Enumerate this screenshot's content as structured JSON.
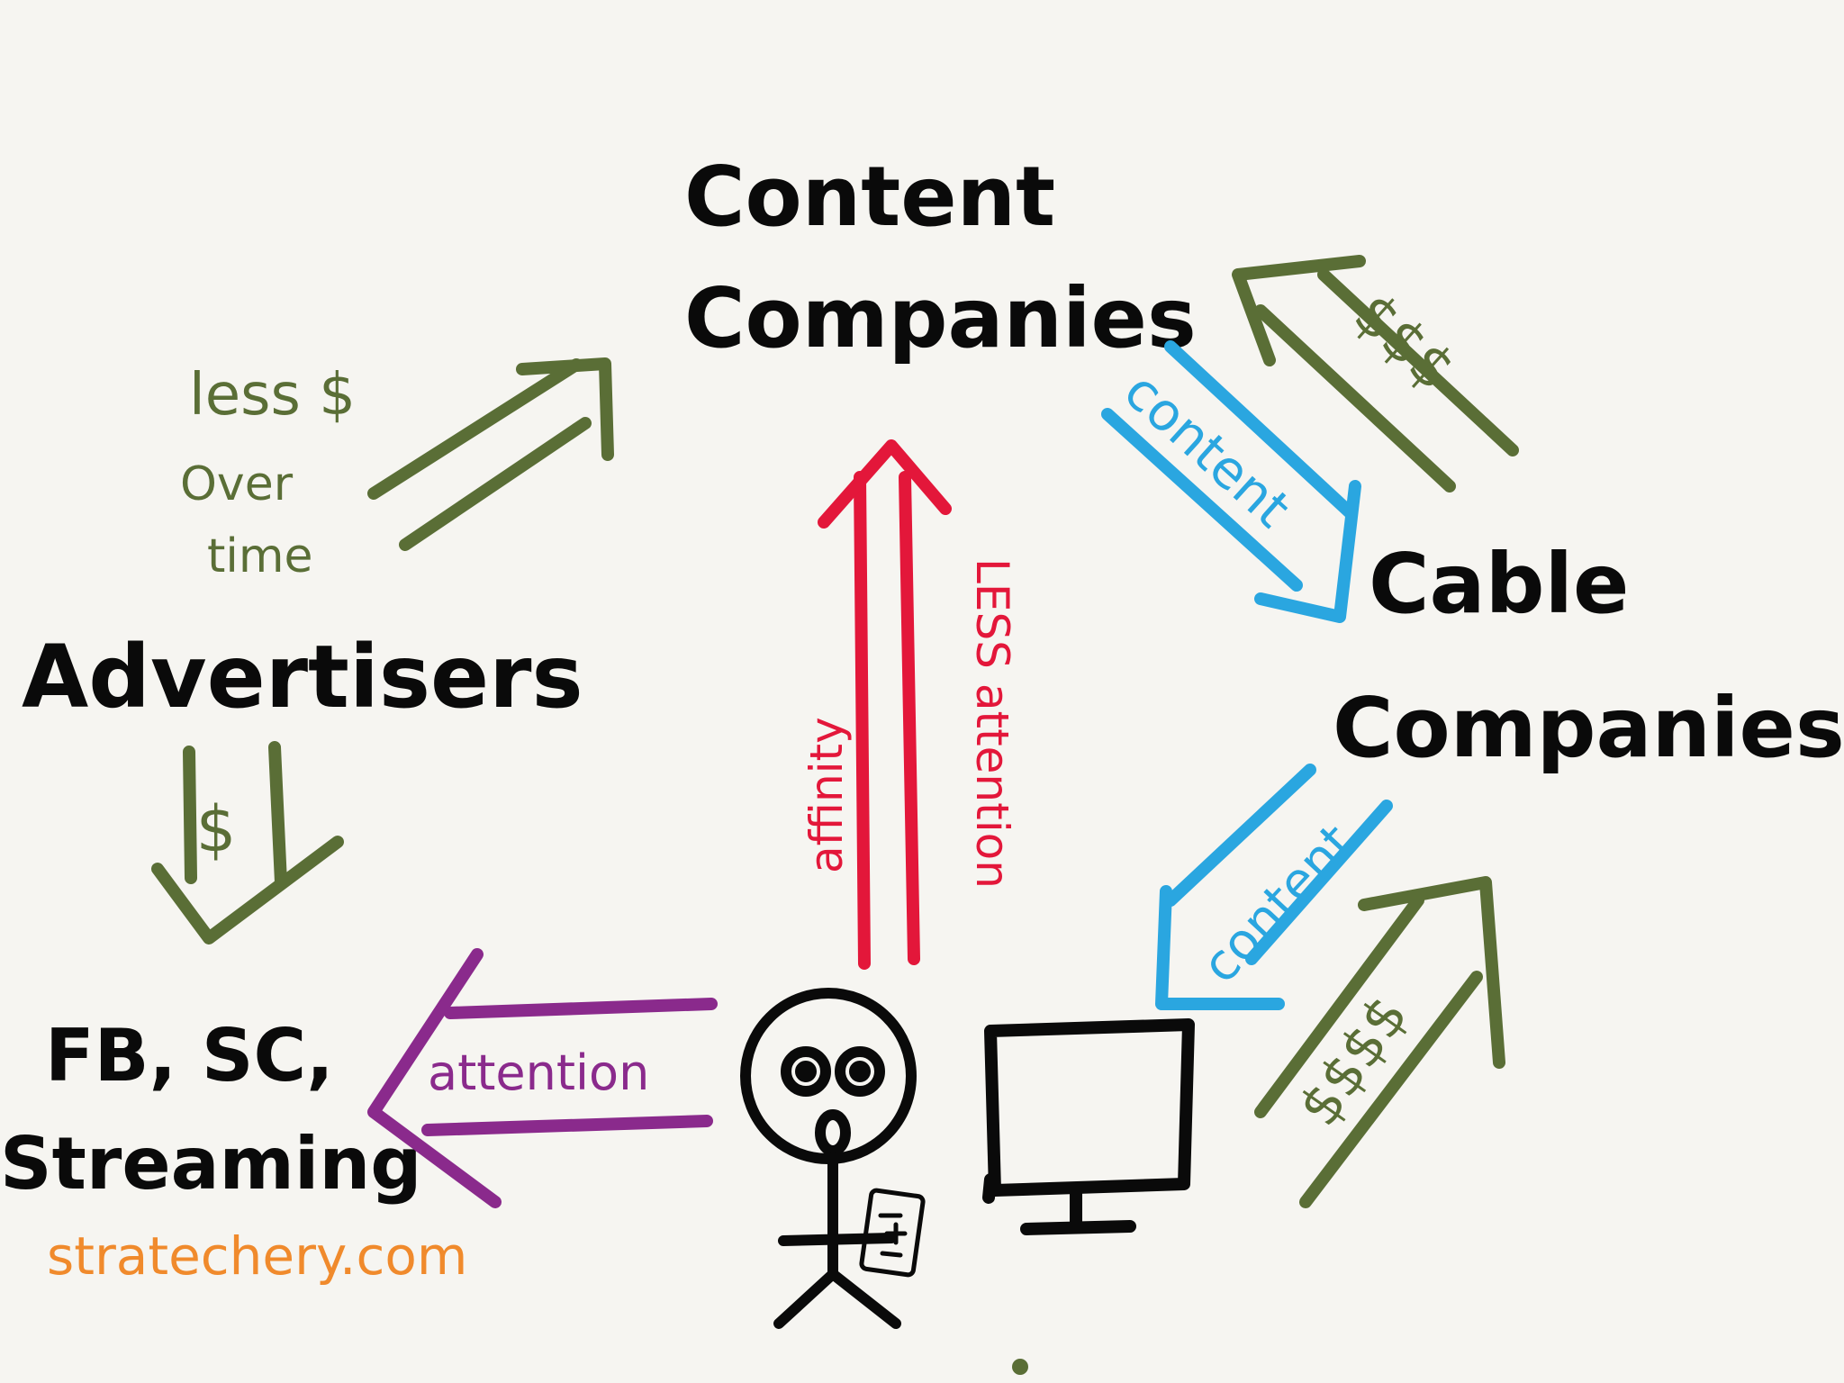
{
  "nodes": {
    "content_companies": [
      "Content",
      "Companies"
    ],
    "cable_companies": [
      "Cable",
      "Companies"
    ],
    "advertisers": "Advertisers",
    "platforms": [
      "FB, SC,",
      "Streaming"
    ]
  },
  "flows": {
    "advertisers_to_content": [
      "less $",
      "Over",
      "time"
    ],
    "advertisers_to_platforms": "$",
    "content_to_cable": "content",
    "cable_to_content": "$$$",
    "cable_to_tv": "content",
    "viewer_to_cable": "$$$$",
    "viewer_to_content_left": "affinity",
    "viewer_to_content_right": "LESS attention",
    "viewer_to_platforms": "attention"
  },
  "credit": "stratechery.com",
  "colors": {
    "ink": "#0a0a0a",
    "money": "#5a6e36",
    "content": "#2aa6e0",
    "affinity": "#e3173a",
    "attention": "#8a2a8c",
    "credit": "#f08a2c",
    "paper": "#f6f5f1"
  }
}
